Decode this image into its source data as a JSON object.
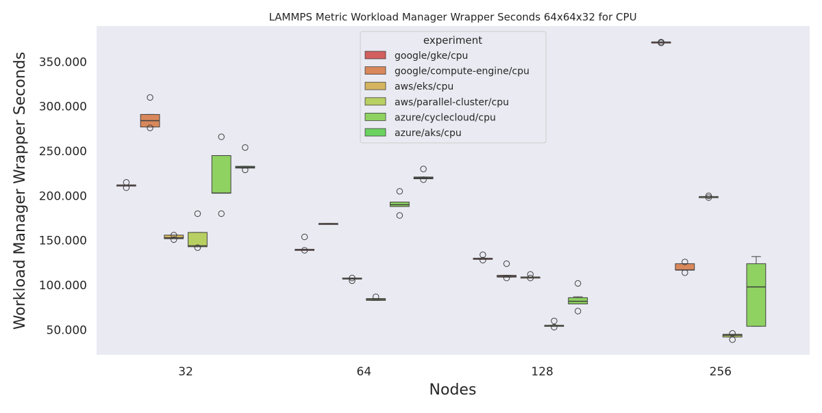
{
  "chart_data": {
    "type": "boxplot",
    "title": "LAMMPS Metric Workload Manager Wrapper Seconds 64x64x32 for CPU",
    "xlabel": "Nodes",
    "ylabel": "Workload Manager Wrapper Seconds",
    "categories": [
      "32",
      "64",
      "128",
      "256"
    ],
    "ylim": [
      22,
      390
    ],
    "yticks": [
      50,
      100,
      150,
      200,
      250,
      300,
      350
    ],
    "ytick_labels": [
      "50.000",
      "100.000",
      "150.000",
      "200.000",
      "250.000",
      "300.000",
      "350.000"
    ],
    "grid": false,
    "legend": {
      "title": "experiment",
      "placement": "top-center",
      "entries": [
        "google/gke/cpu",
        "google/compute-engine/cpu",
        "aws/eks/cpu",
        "aws/parallel-cluster/cpu",
        "azure/cyclecloud/cpu",
        "azure/aks/cpu"
      ]
    },
    "series": [
      {
        "name": "google/gke/cpu",
        "color": "#d1605e",
        "boxes": [
          {
            "category": "32",
            "q1": 211,
            "median": 212,
            "q3": 212,
            "whislo": 211,
            "whishi": 212,
            "fliers": [
              215,
              209
            ]
          },
          {
            "category": "64",
            "q1": 139,
            "median": 140,
            "q3": 140,
            "whislo": 139,
            "whishi": 140,
            "fliers": [
              154,
              139
            ]
          },
          {
            "category": "128",
            "q1": 129,
            "median": 130,
            "q3": 130,
            "whislo": 129,
            "whishi": 130,
            "fliers": [
              134,
              128
            ]
          },
          {
            "category": "256",
            "q1": 371,
            "median": 372,
            "q3": 372,
            "whislo": 371,
            "whishi": 372,
            "fliers": [
              372,
              371
            ]
          }
        ]
      },
      {
        "name": "google/compute-engine/cpu",
        "color": "#d9885b",
        "boxes": [
          {
            "category": "32",
            "q1": 277,
            "median": 284,
            "q3": 291,
            "whislo": 277,
            "whishi": 291,
            "fliers": [
              310,
              276
            ]
          },
          {
            "category": "64",
            "q1": 169,
            "median": 169,
            "q3": 169,
            "whislo": 169,
            "whishi": 169,
            "fliers": []
          },
          {
            "category": "128",
            "q1": 109,
            "median": 110,
            "q3": 111,
            "whislo": 109,
            "whishi": 111,
            "fliers": [
              124,
              108
            ]
          },
          {
            "category": "256",
            "q1": 117,
            "median": 117,
            "q3": 124,
            "whislo": 117,
            "whishi": 124,
            "fliers": [
              126,
              114
            ]
          }
        ]
      },
      {
        "name": "aws/eks/cpu",
        "color": "#d4b45f",
        "boxes": [
          {
            "category": "32",
            "q1": 152,
            "median": 153,
            "q3": 156,
            "whislo": 152,
            "whishi": 156,
            "fliers": [
              156,
              151
            ]
          },
          {
            "category": "64",
            "q1": 107,
            "median": 107,
            "q3": 108,
            "whislo": 107,
            "whishi": 108,
            "fliers": [
              108,
              105
            ]
          },
          {
            "category": "128",
            "q1": 108,
            "median": 109,
            "q3": 109,
            "whislo": 108,
            "whishi": 109,
            "fliers": [
              112,
              108
            ]
          },
          {
            "category": "256",
            "q1": 199,
            "median": 199,
            "q3": 199,
            "whislo": 199,
            "whishi": 199,
            "fliers": [
              200,
              198
            ]
          }
        ]
      },
      {
        "name": "aws/parallel-cluster/cpu",
        "color": "#b8cf62",
        "boxes": [
          {
            "category": "32",
            "q1": 143,
            "median": 144,
            "q3": 159,
            "whislo": 143,
            "whishi": 159,
            "fliers": [
              180,
              142
            ]
          },
          {
            "category": "64",
            "q1": 83,
            "median": 84,
            "q3": 85,
            "whislo": 83,
            "whishi": 85,
            "fliers": [
              87
            ]
          },
          {
            "category": "128",
            "q1": 55,
            "median": 55,
            "q3": 55,
            "whislo": 55,
            "whishi": 55,
            "fliers": [
              60,
              53
            ]
          },
          {
            "category": "256",
            "q1": 42,
            "median": 44,
            "q3": 45,
            "whislo": 42,
            "whishi": 45,
            "fliers": [
              46,
              39
            ]
          }
        ]
      },
      {
        "name": "azure/cyclecloud/cpu",
        "color": "#8fd262",
        "boxes": [
          {
            "category": "32",
            "q1": 203,
            "median": 203,
            "q3": 245,
            "whislo": 203,
            "whishi": 245,
            "fliers": [
              266,
              180
            ]
          },
          {
            "category": "64",
            "q1": 188,
            "median": 190,
            "q3": 193,
            "whislo": 188,
            "whishi": 193,
            "fliers": [
              205,
              178
            ]
          },
          {
            "category": "128",
            "q1": 79,
            "median": 82,
            "q3": 86,
            "whislo": 79,
            "whishi": 87,
            "fliers": [
              102,
              71
            ]
          },
          {
            "category": "256",
            "q1": 54,
            "median": 98,
            "q3": 124,
            "whislo": 54,
            "whishi": 132,
            "fliers": []
          }
        ]
      },
      {
        "name": "azure/aks/cpu",
        "color": "#6bd160",
        "boxes": [
          {
            "category": "32",
            "q1": 231,
            "median": 232,
            "q3": 233,
            "whislo": 231,
            "whishi": 233,
            "fliers": [
              254,
              229
            ]
          },
          {
            "category": "64",
            "q1": 219,
            "median": 220,
            "q3": 221,
            "whislo": 219,
            "whishi": 221,
            "fliers": [
              230,
              218
            ]
          }
        ]
      }
    ]
  }
}
